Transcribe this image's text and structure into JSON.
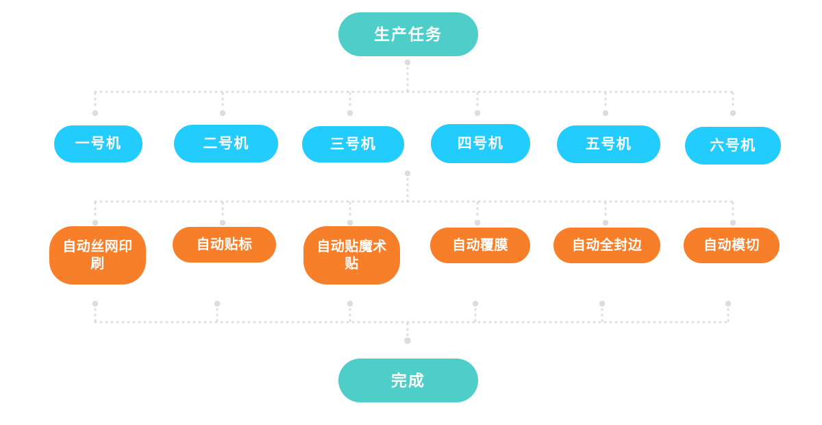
{
  "diagram": {
    "type": "flowchart",
    "title_node": {
      "label": "生产任务",
      "color": "#4ecdc9"
    },
    "end_node": {
      "label": "完成",
      "color": "#4ecdc9"
    },
    "machine_row": {
      "color": "#22ccfc",
      "nodes": [
        {
          "label": "一号机"
        },
        {
          "label": "二号机"
        },
        {
          "label": "三号机"
        },
        {
          "label": "四号机"
        },
        {
          "label": "五号机"
        },
        {
          "label": "六号机"
        }
      ]
    },
    "process_row": {
      "color": "#f87f2a",
      "nodes": [
        {
          "label": "自动丝网印刷"
        },
        {
          "label": "自动贴标"
        },
        {
          "label": "自动贴魔术贴"
        },
        {
          "label": "自动覆膜"
        },
        {
          "label": "自动全封边"
        },
        {
          "label": "自动模切"
        }
      ]
    },
    "connector": {
      "color": "#dcdcdc",
      "style": "dotted"
    }
  }
}
